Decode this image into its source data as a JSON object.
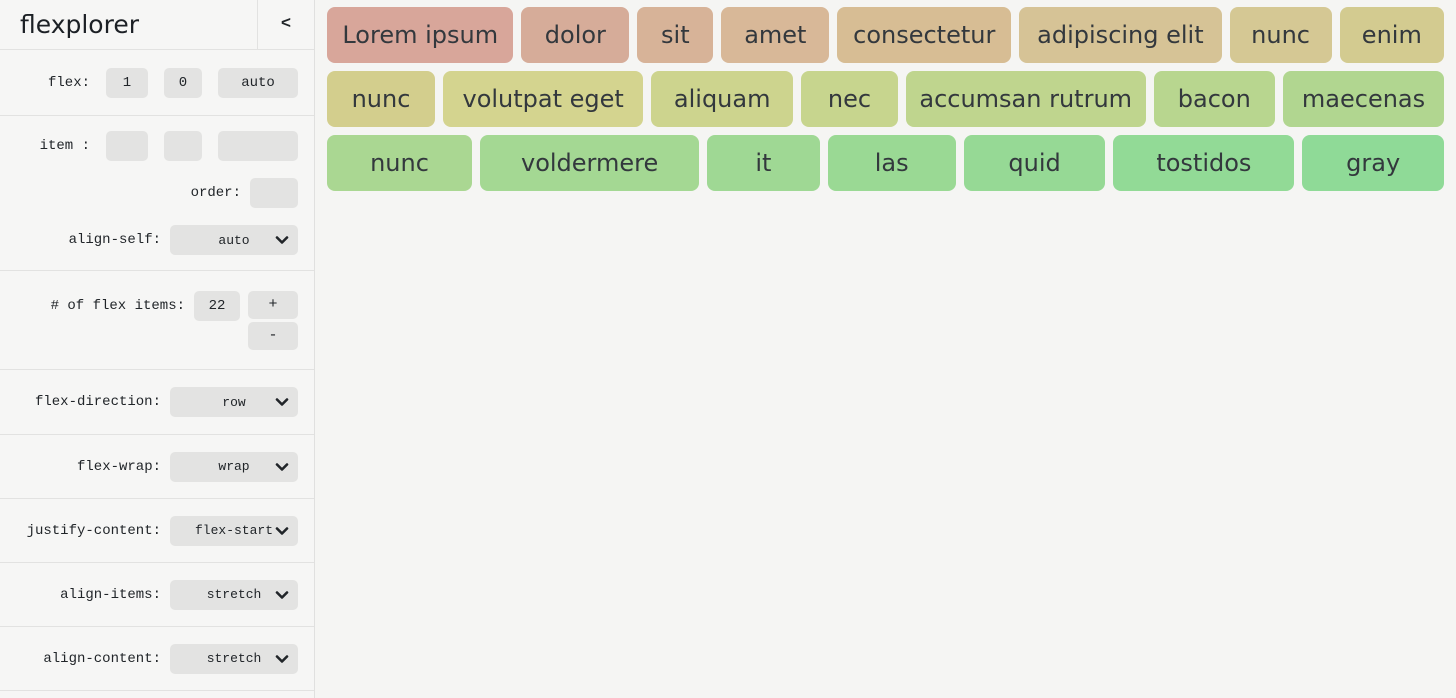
{
  "app": {
    "title": "flexplorer",
    "collapse_button": "<"
  },
  "controls": {
    "flex": {
      "label": "flex:",
      "grow": "1",
      "shrink": "0",
      "basis": "auto"
    },
    "item": {
      "label": "item :",
      "grow": "",
      "shrink": "",
      "basis": ""
    },
    "order": {
      "label": "order:",
      "value": ""
    },
    "align_self": {
      "label": "align-self:",
      "value": "auto"
    },
    "flex_items_count": {
      "label": "# of flex items:",
      "value": "22",
      "increment_label": "+",
      "decrement_label": "-"
    },
    "flex_direction": {
      "label": "flex-direction:",
      "value": "row"
    },
    "flex_wrap": {
      "label": "flex-wrap:",
      "value": "wrap"
    },
    "justify_content": {
      "label": "justify-content:",
      "value": "flex-start"
    },
    "align_items": {
      "label": "align-items:",
      "value": "stretch"
    },
    "align_content": {
      "label": "align-content:",
      "value": "stretch"
    }
  },
  "stage": {
    "items": [
      {
        "label": "Lorem ipsum",
        "color": "#D8A69A",
        "basis_percent": 16.4
      },
      {
        "label": "dolor",
        "color": "#D6AC99",
        "basis_percent": 9.4
      },
      {
        "label": "sit",
        "color": "#D7B398",
        "basis_percent": 6.6
      },
      {
        "label": "amet",
        "color": "#D8B898",
        "basis_percent": 9.4
      },
      {
        "label": "consectetur",
        "color": "#D7BD94",
        "basis_percent": 15.3
      },
      {
        "label": "adipiscing elit",
        "color": "#D6C396",
        "basis_percent": 17.8
      },
      {
        "label": "nunc",
        "color": "#D5C894",
        "basis_percent": 8.9
      },
      {
        "label": "enim",
        "color": "#D3CB90",
        "basis_percent": 9.1
      },
      {
        "label": "nunc",
        "color": "#D3CE8D",
        "basis_percent": 9.4
      },
      {
        "label": "volutpat eget",
        "color": "#D4D48F",
        "basis_percent": 17.6
      },
      {
        "label": "aliquam",
        "color": "#CDD48E",
        "basis_percent": 12.4
      },
      {
        "label": "nec",
        "color": "#C7D58E",
        "basis_percent": 8.4
      },
      {
        "label": "accumsan rutrum",
        "color": "#BFD58E",
        "basis_percent": 21.1
      },
      {
        "label": "bacon",
        "color": "#B8D68F",
        "basis_percent": 10.6
      },
      {
        "label": "maecenas",
        "color": "#B1D690",
        "basis_percent": 14.1
      },
      {
        "label": "nunc",
        "color": "#AAD792",
        "basis_percent": 12.7
      },
      {
        "label": "voldermere",
        "color": "#A4D893",
        "basis_percent": 19.3
      },
      {
        "label": "it",
        "color": "#9FD894",
        "basis_percent": 9.8
      },
      {
        "label": "las",
        "color": "#9AD994",
        "basis_percent": 11.2
      },
      {
        "label": "quid",
        "color": "#96D995",
        "basis_percent": 12.4
      },
      {
        "label": "tostidos",
        "color": "#92DA96",
        "basis_percent": 15.9
      },
      {
        "label": "gray",
        "color": "#8FDA97",
        "basis_percent": 12.4
      }
    ]
  },
  "colors": {
    "sidebar_bg": "#f6f6f5",
    "stage_bg": "#f5f5f3",
    "control_bg": "#e3e3e2",
    "divider": "#e2e2e1",
    "text": "#212529",
    "first_item": "#D8A69A",
    "last_item": "#8FDA97"
  }
}
